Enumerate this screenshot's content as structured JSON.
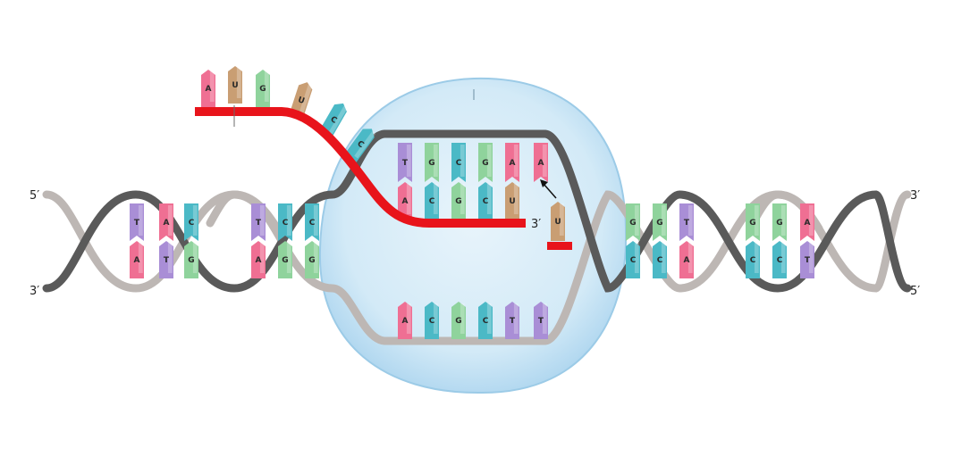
{
  "end_labels": {
    "top_left": "5′",
    "bottom_left": "3′",
    "top_right": "3′",
    "bottom_right": "5′",
    "rna_3prime": "3′"
  },
  "colors": {
    "background": "#ffffff",
    "strand_dark": "#5a5a5a",
    "strand_light": "#bdb7b4",
    "rna": "#e8141b",
    "bubble_fill": "#cfe8f6",
    "bubble_stroke": "#9ccbe7",
    "base_A": "#ef6f93",
    "base_T": "#a98ed6",
    "base_G": "#8fd39c",
    "base_C": "#4bb9c6",
    "base_U": "#c99e73"
  },
  "left_helix": {
    "top": [
      "T",
      "A",
      "C",
      "T",
      "C",
      "C"
    ],
    "bottom": [
      "A",
      "T",
      "G",
      "A",
      "G",
      "G"
    ]
  },
  "right_helix": {
    "top": [
      "G",
      "G",
      "T",
      "G",
      "G",
      "A"
    ],
    "bottom": [
      "C",
      "C",
      "A",
      "C",
      "C",
      "T"
    ]
  },
  "bubble": {
    "template_strand": [
      "T",
      "G",
      "C",
      "G",
      "A",
      "A"
    ],
    "rna_paired": [
      "A",
      "C",
      "G",
      "C",
      "U"
    ],
    "coding_strand": [
      "A",
      "C",
      "G",
      "C",
      "T",
      "T"
    ],
    "incoming_nucleotide": "U"
  },
  "rna_tail": [
    "A",
    "U",
    "G",
    "U",
    "C",
    "C"
  ]
}
